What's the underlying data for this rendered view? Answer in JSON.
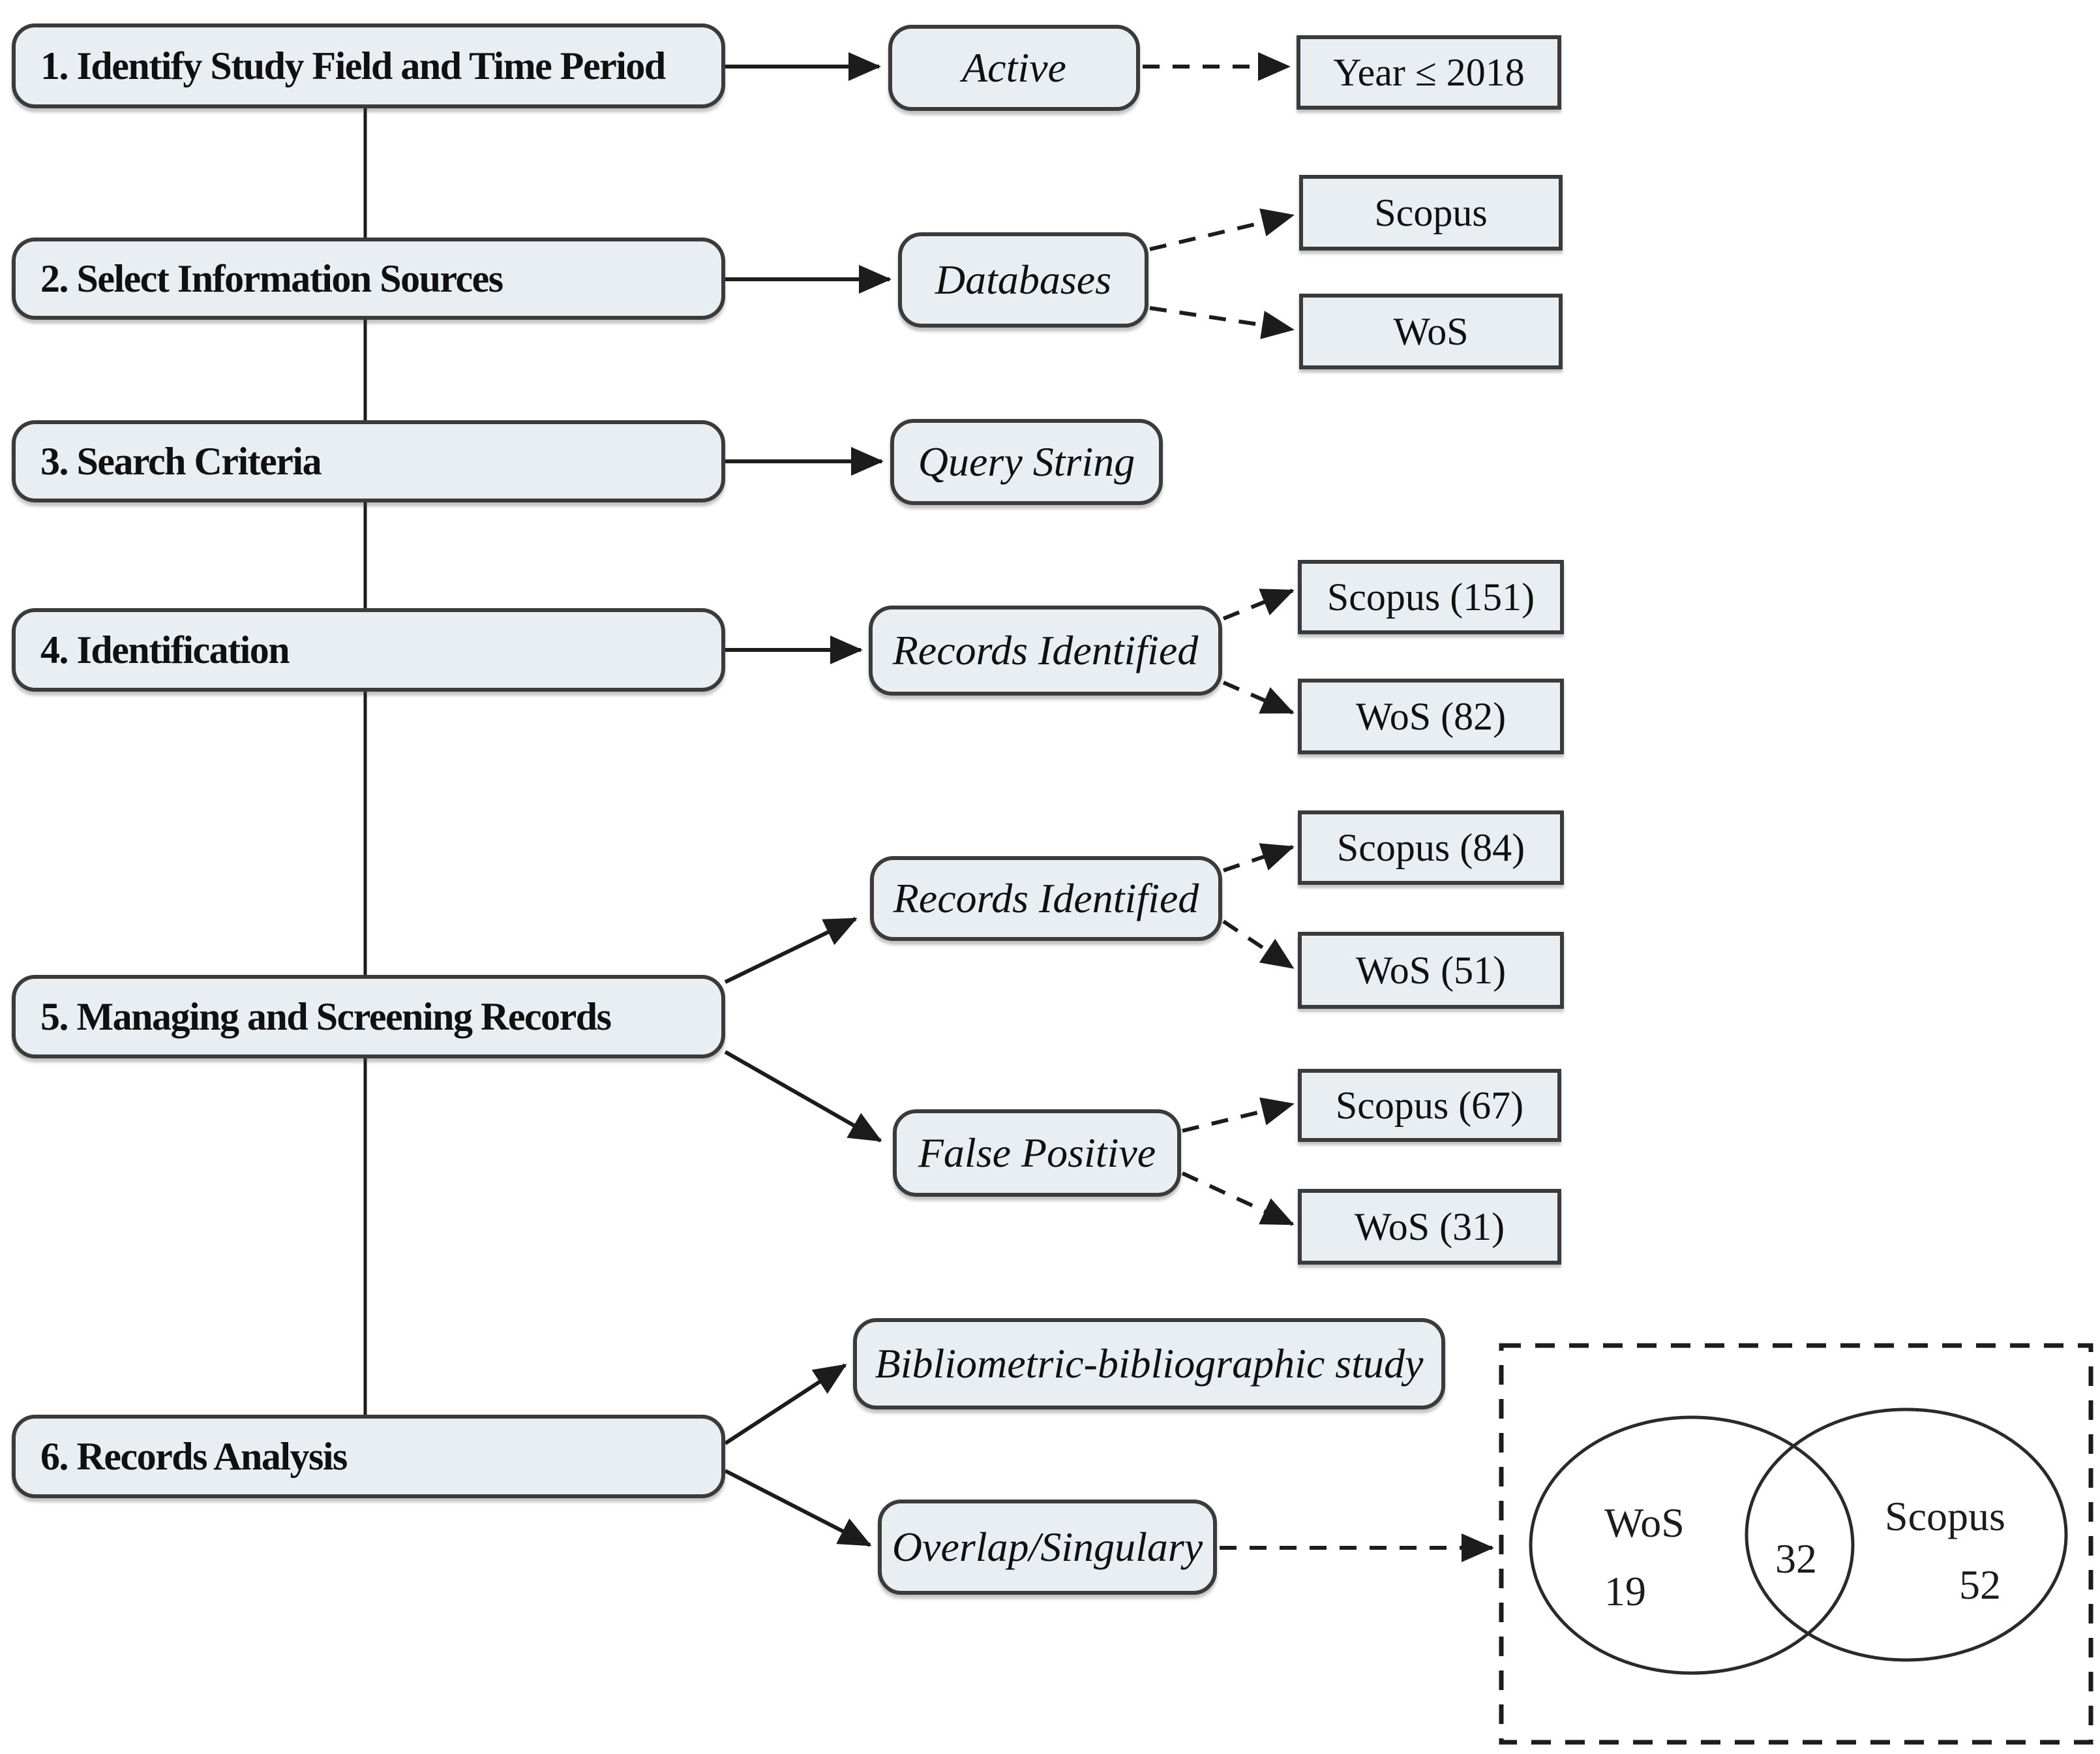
{
  "colors": {
    "background": "#ffffff",
    "node_fill": "#e8eef1",
    "node_border": "#3b3b3b",
    "connector": "#1c1c1c"
  },
  "stages": [
    {
      "label": "1. Identify Study Field and Time Period"
    },
    {
      "label": "2. Select Information Sources"
    },
    {
      "label": "3. Search Criteria"
    },
    {
      "label": "4. Identification"
    },
    {
      "label": "5. Managing and Screening Records"
    },
    {
      "label": "6. Records Analysis"
    }
  ],
  "mid_nodes": [
    {
      "label": "Active"
    },
    {
      "label": "Databases"
    },
    {
      "label": "Query String"
    },
    {
      "label": "Records Identified"
    },
    {
      "label": "Records Identified"
    },
    {
      "label": "False Positive"
    },
    {
      "label": "Bibliometric-bibliographic study"
    },
    {
      "label": "Overlap/Singulary"
    }
  ],
  "result_nodes": [
    {
      "label": "Year ≤ 2018"
    },
    {
      "label": "Scopus"
    },
    {
      "label": "WoS"
    },
    {
      "label": "Scopus (151)"
    },
    {
      "label": "WoS (82)"
    },
    {
      "label": "Scopus (84)"
    },
    {
      "label": "WoS (51)"
    },
    {
      "label": "Scopus (67)"
    },
    {
      "label": "WoS (31)"
    }
  ],
  "venn": {
    "left_label": "WoS",
    "left_value": "19",
    "intersection_value": "32",
    "right_label": "Scopus",
    "right_value": "52"
  },
  "connections": [
    {
      "from": "stage-1",
      "to": "stage-6",
      "style": "solid-spine"
    },
    {
      "from": "stage-1",
      "to": "active",
      "style": "solid-arrow"
    },
    {
      "from": "stage-2",
      "to": "databases",
      "style": "solid-arrow"
    },
    {
      "from": "stage-3",
      "to": "query-string",
      "style": "solid-arrow"
    },
    {
      "from": "stage-4",
      "to": "records-identified-1",
      "style": "solid-arrow"
    },
    {
      "from": "stage-5",
      "to": "records-identified-2",
      "style": "solid-arrow"
    },
    {
      "from": "stage-5",
      "to": "false-positive",
      "style": "solid-arrow"
    },
    {
      "from": "stage-6",
      "to": "bibliometric-bibliographic-study",
      "style": "solid-arrow"
    },
    {
      "from": "stage-6",
      "to": "overlap-singulary",
      "style": "solid-arrow"
    },
    {
      "from": "active",
      "to": "year-2018",
      "style": "dashed-arrow"
    },
    {
      "from": "databases",
      "to": "scopus",
      "style": "dashed-arrow"
    },
    {
      "from": "databases",
      "to": "wos",
      "style": "dashed-arrow"
    },
    {
      "from": "records-identified-1",
      "to": "scopus-151",
      "style": "dashed-arrow"
    },
    {
      "from": "records-identified-1",
      "to": "wos-82",
      "style": "dashed-arrow"
    },
    {
      "from": "records-identified-2",
      "to": "scopus-84",
      "style": "dashed-arrow"
    },
    {
      "from": "records-identified-2",
      "to": "wos-51",
      "style": "dashed-arrow"
    },
    {
      "from": "false-positive",
      "to": "scopus-67",
      "style": "dashed-arrow"
    },
    {
      "from": "false-positive",
      "to": "wos-31",
      "style": "dashed-arrow"
    },
    {
      "from": "overlap-singulary",
      "to": "venn-panel",
      "style": "dashed-arrow"
    }
  ]
}
